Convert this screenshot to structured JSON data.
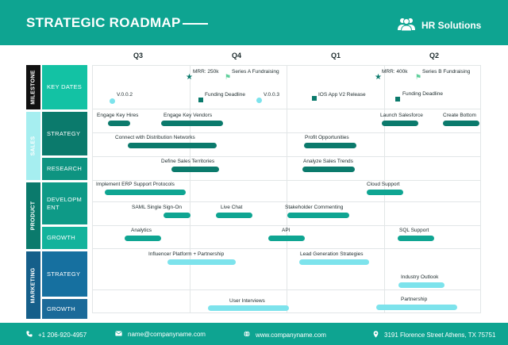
{
  "header": {
    "title": "STRATEGIC ROADMAP",
    "brand": "HR Solutions",
    "brand_icon": "people-icon"
  },
  "quarters": [
    "Q3",
    "Q4",
    "Q1",
    "Q2"
  ],
  "bands": {
    "milestone": "MILESTONE",
    "sales": "SALES",
    "product": "PRODUCT",
    "marketing": "MARKETING"
  },
  "rows": {
    "key_dates": "KEY DATES",
    "sales_strategy": "STRATEGY",
    "sales_research": "RESEARCH",
    "product_development": "DEVELOPM ENT",
    "product_growth": "GROWTH",
    "marketing_strategy": "STRATEGY",
    "marketing_growth": "GROWTH"
  },
  "milestones": {
    "mrr_250k": "MRR: 250k",
    "series_a": "Series A Fundraising",
    "mrr_400k": "MRR: 400k",
    "series_b": "Series B Fundraising",
    "v002": "V.0.0.2",
    "funding_deadline_1": "Funding Deadline",
    "v003": "V.0.0.3",
    "ios_release": "IOS App V2 Release",
    "funding_deadline_2": "Funding Deadline"
  },
  "tasks": {
    "engage_key_hires": "Engage Key Hires",
    "engage_key_vendors": "Engage Key Vendors",
    "launch_salesforce": "Launch Salesforce",
    "create_bottom": "Create Bottom",
    "connect_distribution": "Connect with Distribution Networks",
    "profit_opportunities": "Profit Opportunities",
    "define_territories": "Define Sales Territories",
    "analyze_trends": "Analyze Sales Trends",
    "erp_support": "Implement ERP Support Protocols",
    "cloud_support": "Cloud Support",
    "saml_signon": "SAML Single Sign-On",
    "live_chat": "Live Chat",
    "stakeholder_commenting": "Stakeholder Commenting",
    "analytics": "Analytics",
    "api": "API",
    "sql_support": "SQL Support",
    "influencer_platform": "Influencer Platform + Partnership",
    "lead_generation": "Lead Generation Strategies",
    "industry_outlook": "Industry Outlook",
    "user_interviews": "User Interviews",
    "partnership": "Partnership"
  },
  "colors": {
    "header": "#0ea491",
    "milestone_band": "#111111",
    "sales_band": "#a6eef0",
    "product_band": "#0b7a6c",
    "marketing_band": "#155f8a",
    "key_dates_row": "#13c2a4",
    "sales_strategy_row": "#0b7a6c",
    "sales_research_row": "#0e9481",
    "product_dev_row": "#0e9a87",
    "product_growth_row": "#13b39c",
    "marketing_strategy_row": "#1670a0",
    "marketing_growth_row": "#1b6a99",
    "bar_dark": "#0b7a6c",
    "bar_mid": "#0fa592",
    "bar_light": "#7de3ec"
  },
  "footer": {
    "phone": "+1 206-920-4957",
    "phone_icon": "phone-icon",
    "email": "name@companyname.com",
    "email_icon": "mail-icon",
    "website": "www.companyname.com",
    "website_icon": "globe-icon",
    "address": "3191 Florence Street Athens, TX 75751",
    "address_icon": "location-pin-icon"
  }
}
